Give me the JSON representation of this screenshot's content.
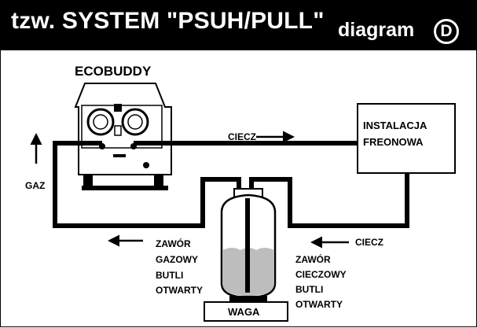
{
  "header": {
    "title": "tzw. SYSTEM \"PSUH/PULL\"",
    "subtitle": "diagram",
    "badge": "D"
  },
  "device": {
    "name": "ECOBUDDY"
  },
  "installation": {
    "line1": "INSTALACJA",
    "line2": "FREONOWA"
  },
  "flows": {
    "liquid_top": "CIECZ",
    "liquid_right": "CIECZ",
    "gas": "GAZ"
  },
  "valves": {
    "gas_valve": [
      "ZAWÓR",
      "GAZOWY",
      "BUTLI",
      "OTWARTY"
    ],
    "liquid_valve": [
      "ZAWÓR",
      "CIECZOWY",
      "BUTLI",
      "OTWARTY"
    ]
  },
  "scale": {
    "label": "WAGA"
  }
}
